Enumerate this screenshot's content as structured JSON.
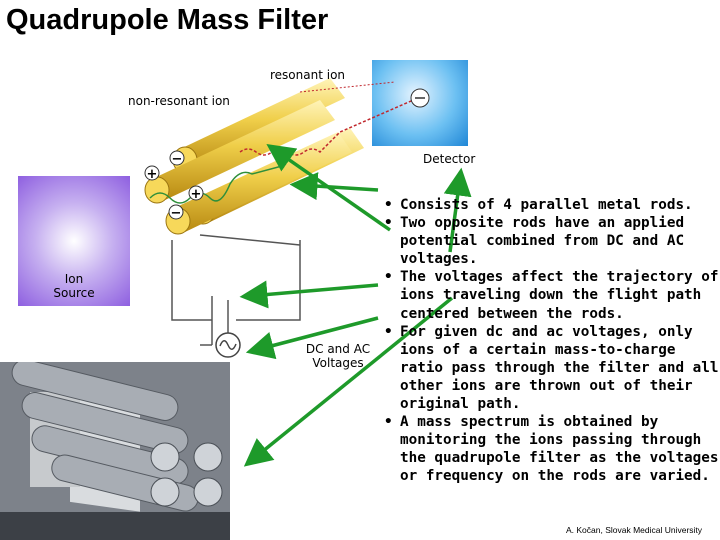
{
  "title": "Quadrupole Mass Filter",
  "labels": {
    "resonant_ion": "resonant ion",
    "non_resonant_ion": "non-resonant ion",
    "detector": "Detector",
    "ion_source": [
      "Ion",
      "Source"
    ],
    "dc_ac": [
      "DC and AC",
      "Voltages"
    ]
  },
  "polarity": {
    "plus": "+",
    "minus": "−"
  },
  "bullets": [
    "Consists of 4 parallel metal rods.",
    "Two opposite rods have an applied potential combined from DC and AC voltages.",
    "The voltages affect the trajectory of ions traveling down the flight path centered between the rods.",
    "For given dc and ac voltages, only ions of a certain mass-to-charge ratio pass through the filter and all other ions are thrown out of their original path.",
    "A mass spectrum is obtained by monitoring the ions passing through the quadrupole filter as the voltages or frequency on the rods are varied."
  ],
  "credit": "A. Kočan, Slovak Medical University",
  "colors": {
    "rod": "#e8c23c",
    "ion_source": "#a37ee8",
    "detector": "#3aa0e6",
    "arrow": "#1e9a2a",
    "resonant_path": "#c0272d",
    "non_resonant_path": "#2f8f3a"
  }
}
